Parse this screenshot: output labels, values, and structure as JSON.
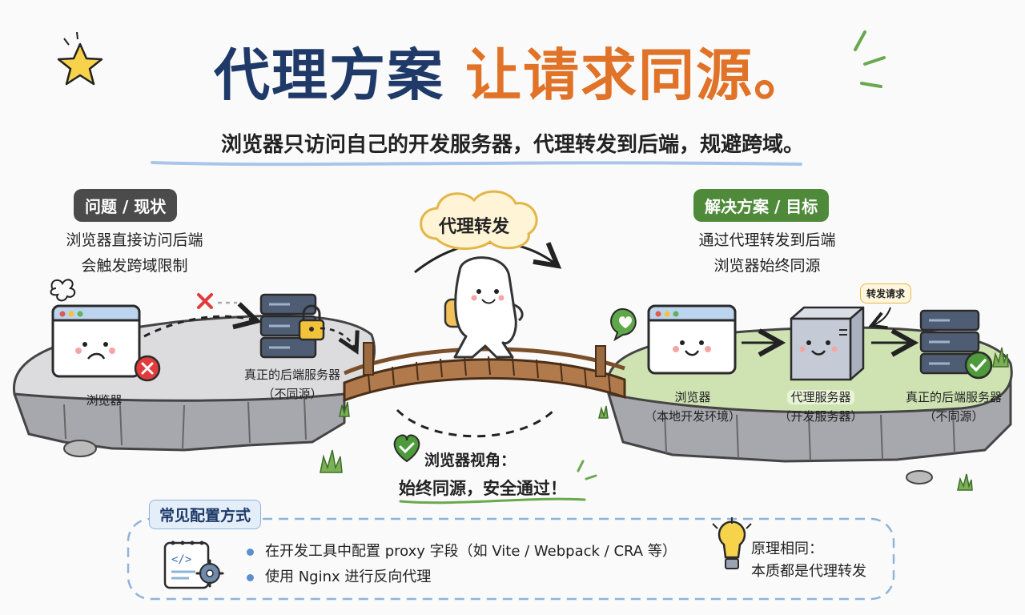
{
  "title": {
    "part1": "代理方案",
    "part2": "让请求同源。"
  },
  "subtitle": "浏览器只访问自己的开发服务器，代理转发到后端，规避跨域。",
  "problem": {
    "tag": "问题 / 现状",
    "desc_line1": "浏览器直接访问后端",
    "desc_line2": "会触发跨域限制",
    "browser_label": "浏览器",
    "server_label_line1": "真正的后端服务器",
    "server_label_line2": "（不同源）"
  },
  "bridge": {
    "cloud_label": "代理转发"
  },
  "solution": {
    "tag": "解决方案 / 目标",
    "desc_line1": "通过代理转发到后端",
    "desc_line2": "浏览器始终同源",
    "browser_label_line1": "浏览器",
    "browser_label_line2": "（本地开发环境）",
    "proxy_label_line1": "代理服务器",
    "proxy_label_line2": "（开发服务器）",
    "server_label_line1": "真正的后端服务器",
    "server_label_line2": "（不同源）",
    "forward_note": "转发请求"
  },
  "browser_perspective": {
    "title": "浏览器视角：",
    "subtitle": "始终同源，安全通过！"
  },
  "config": {
    "tag": "常见配置方式",
    "items": [
      "在开发工具中配置 proxy 字段（如 Vite / Webpack / CRA 等）",
      "使用 Nginx 进行反向代理"
    ],
    "tip_line1": "原理相同：",
    "tip_line2": "本质都是代理转发"
  },
  "colors": {
    "navy": "#1f3a68",
    "orange": "#e07328",
    "error_red": "#e23b3b",
    "ok_green": "#4f9a3a",
    "grass": "#cfe3b2",
    "wood": "#9a6a41"
  }
}
